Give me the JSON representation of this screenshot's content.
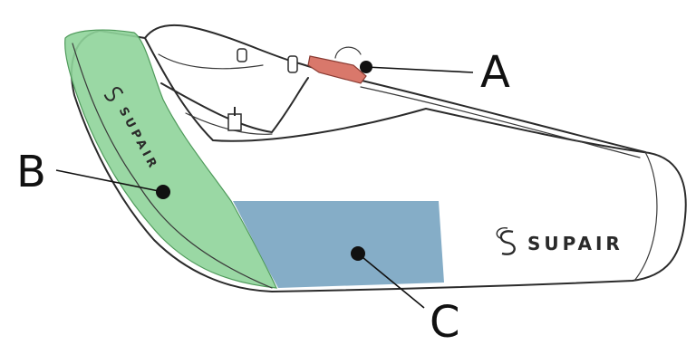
{
  "diagram": {
    "brand_side": "SUPAIR",
    "brand_cockpit": "SUPAIR",
    "callouts": [
      {
        "id": "A",
        "label": "A",
        "color": "#d9786b"
      },
      {
        "id": "B",
        "label": "B",
        "color": "#8fd49a"
      },
      {
        "id": "C",
        "label": "C",
        "color": "#7ea9c4"
      }
    ]
  }
}
